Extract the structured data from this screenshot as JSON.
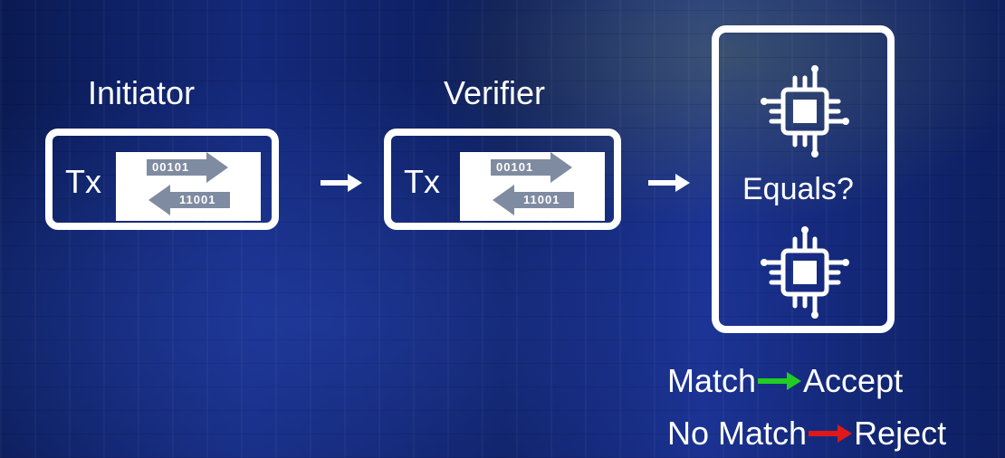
{
  "stages": [
    {
      "title": "Initiator",
      "tx_label": "Tx",
      "badge_out": "00101",
      "badge_in": "11001"
    },
    {
      "title": "Verifier",
      "tx_label": "Tx",
      "badge_out": "00101",
      "badge_in": "11001"
    }
  ],
  "compare": {
    "question": "Equals?",
    "top_icon": "cpu-chip-icon",
    "bottom_icon": "cpu-chip-icon"
  },
  "results": [
    {
      "condition": "Match",
      "outcome": "Accept",
      "arrow_color": "#22cc22"
    },
    {
      "condition": "No Match",
      "outcome": "Reject",
      "arrow_color": "#e01818"
    }
  ],
  "colors": {
    "box_stroke": "#ffffff",
    "badge": "#7f8ba0",
    "background": "#12287a"
  }
}
